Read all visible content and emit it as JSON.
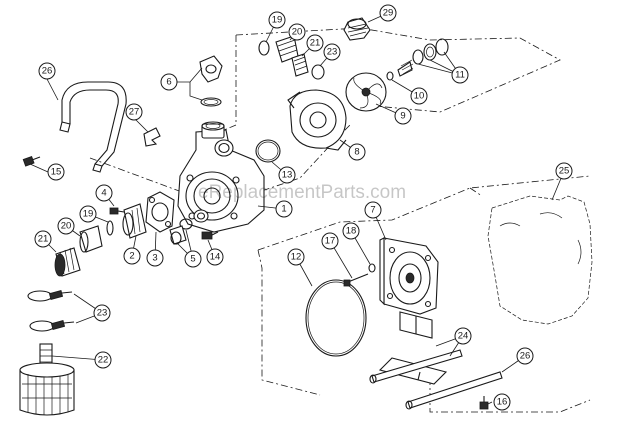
{
  "watermark": "eReplacementParts.com",
  "callouts": [
    {
      "id": "1",
      "label": "1"
    },
    {
      "id": "2",
      "label": "2"
    },
    {
      "id": "3",
      "label": "3"
    },
    {
      "id": "4",
      "label": "4"
    },
    {
      "id": "5",
      "label": "5"
    },
    {
      "id": "6",
      "label": "6"
    },
    {
      "id": "7",
      "label": "7"
    },
    {
      "id": "8",
      "label": "8"
    },
    {
      "id": "9",
      "label": "9"
    },
    {
      "id": "10",
      "label": "10"
    },
    {
      "id": "11",
      "label": "11"
    },
    {
      "id": "12",
      "label": "12"
    },
    {
      "id": "13",
      "label": "13"
    },
    {
      "id": "14",
      "label": "14"
    },
    {
      "id": "15",
      "label": "15"
    },
    {
      "id": "16",
      "label": "16"
    },
    {
      "id": "17",
      "label": "17"
    },
    {
      "id": "18",
      "label": "18"
    },
    {
      "id": "19a",
      "label": "19"
    },
    {
      "id": "19b",
      "label": "19"
    },
    {
      "id": "20a",
      "label": "20"
    },
    {
      "id": "20b",
      "label": "20"
    },
    {
      "id": "21a",
      "label": "21"
    },
    {
      "id": "21b",
      "label": "21"
    },
    {
      "id": "22",
      "label": "22"
    },
    {
      "id": "23a",
      "label": "23"
    },
    {
      "id": "23b",
      "label": "23"
    },
    {
      "id": "24",
      "label": "24"
    },
    {
      "id": "25",
      "label": "25"
    },
    {
      "id": "26a",
      "label": "26"
    },
    {
      "id": "26b",
      "label": "26"
    },
    {
      "id": "27",
      "label": "27"
    },
    {
      "id": "29",
      "label": "29"
    }
  ]
}
